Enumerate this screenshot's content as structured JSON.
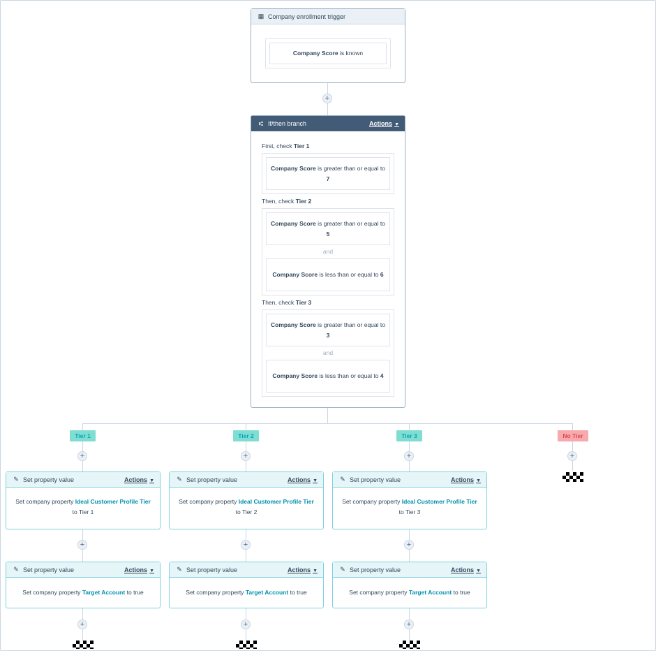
{
  "trigger": {
    "title": "Company enrollment trigger",
    "condition_property": "Company Score",
    "condition_op": "is known"
  },
  "branch": {
    "title": "If/then branch",
    "actions_label": "Actions",
    "checks": [
      {
        "prefix": "First, check",
        "tier": "Tier 1",
        "conditions": [
          {
            "property": "Company Score",
            "op": "is greater than or equal to",
            "value": "7"
          }
        ]
      },
      {
        "prefix": "Then, check",
        "tier": "Tier 2",
        "conditions": [
          {
            "property": "Company Score",
            "op": "is greater than or equal to",
            "value": "5"
          },
          {
            "property": "Company Score",
            "op": "is less than or equal to",
            "value": "6"
          }
        ]
      },
      {
        "prefix": "Then, check",
        "tier": "Tier 3",
        "conditions": [
          {
            "property": "Company Score",
            "op": "is greater than or equal to",
            "value": "3"
          },
          {
            "property": "Company Score",
            "op": "is less than or equal to",
            "value": "4"
          }
        ]
      }
    ],
    "and_label": "and"
  },
  "plus_label": "+",
  "branches": [
    {
      "tag": "Tier 1",
      "actions": [
        {
          "title": "Set property value",
          "actions_label": "Actions",
          "prefix": "Set company property",
          "property": "Ideal Customer Profile Tier",
          "connector": "to",
          "value": "Tier 1"
        },
        {
          "title": "Set property value",
          "actions_label": "Actions",
          "prefix": "Set company property",
          "property": "Target Account",
          "connector": "to",
          "value": "true"
        }
      ]
    },
    {
      "tag": "Tier 2",
      "actions": [
        {
          "title": "Set property value",
          "actions_label": "Actions",
          "prefix": "Set company property",
          "property": "Ideal Customer Profile Tier",
          "connector": "to",
          "value": "Tier 2"
        },
        {
          "title": "Set property value",
          "actions_label": "Actions",
          "prefix": "Set company property",
          "property": "Target Account",
          "connector": "to",
          "value": "true"
        }
      ]
    },
    {
      "tag": "Tier 3",
      "actions": [
        {
          "title": "Set property value",
          "actions_label": "Actions",
          "prefix": "Set company property",
          "property": "Ideal Customer Profile Tier",
          "connector": "to",
          "value": "Tier 3"
        },
        {
          "title": "Set property value",
          "actions_label": "Actions",
          "prefix": "Set company property",
          "property": "Target Account",
          "connector": "to",
          "value": "true"
        }
      ]
    },
    {
      "tag": "No Tier",
      "actions": []
    }
  ],
  "icons": {
    "trigger": "building-icon",
    "branch": "branch-icon",
    "action": "edit-icon",
    "end": "checkered-flag-icon"
  },
  "colors": {
    "branch_header": "#425b76",
    "action_border": "#7fd1de",
    "tag_teal": "#7fded1",
    "tag_red": "#f8a9ad",
    "link": "#0091ae"
  }
}
